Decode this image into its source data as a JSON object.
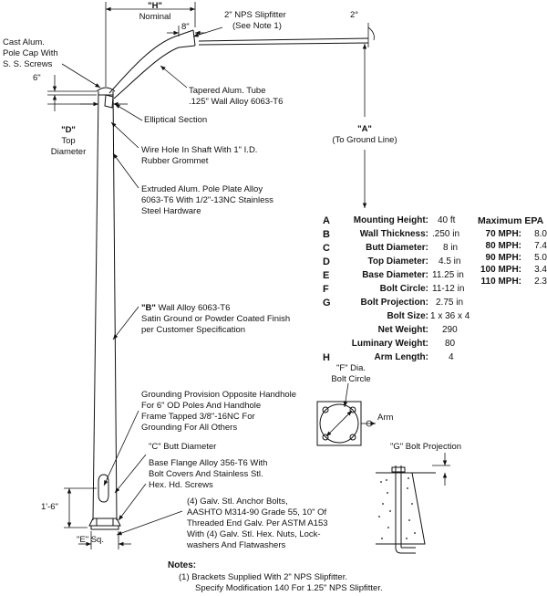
{
  "dims": {
    "h_label": "\"H\"",
    "h_nominal": "Nominal",
    "eight_in": "8\"",
    "two_deg": "2°",
    "six_in": "6\"",
    "d_label": "\"D\"",
    "d_top": "Top",
    "d_diameter": "Diameter",
    "a_label": "\"A\"",
    "a_sub": "(To Ground Line)",
    "one_six": "1'-6\"",
    "e_sq": "\"E\" Sq.",
    "f_label": "\"F\" Dia.",
    "f_sub": "Bolt Circle",
    "arm": "Arm",
    "g_label": "\"G\" Bolt Projection",
    "c_label": "\"C\" Butt Diameter"
  },
  "callouts": {
    "slipfitter_1": "2\" NPS Slipfitter",
    "slipfitter_2": "(See Note 1)",
    "cap_1": "Cast Alum.",
    "cap_2": "Pole Cap With",
    "cap_3": "S. S. Screws",
    "tube_1": "Tapered Alum. Tube",
    "tube_2": ".125\" Wall Alloy 6063-T6",
    "elliptical": "Elliptical Section",
    "wire_1": "Wire Hole In Shaft With 1\" I.D.",
    "wire_2": "Rubber Grommet",
    "plate_1": "Extruded Alum. Pole Plate Alloy",
    "plate_2": "6063-T6 With 1/2\"-13NC Stainless",
    "plate_3": "Steel Hardware",
    "b_prefix": "\"B\"",
    "b_1": " Wall Alloy 6063-T6",
    "b_2": "Satin Ground or Powder Coated Finish",
    "b_3": "per Customer Specification",
    "ground_1": "Grounding Provision Opposite Handhole",
    "ground_2": "For 6\" OD Poles And Handhole",
    "ground_3": "Frame Tapped 3/8\"-16NC For",
    "ground_4": "Grounding For All Others",
    "flange_1": "Base Flange Alloy 356-T6 With",
    "flange_2": "Bolt Covers And Stainless Stl.",
    "flange_3": "Hex. Hd. Screws",
    "anchor_1": "(4) Galv. Stl. Anchor Bolts,",
    "anchor_2": "AASHTO M314-90 Grade 55, 10\" Of",
    "anchor_3": "Threaded End Galv. Per ASTM A153",
    "anchor_4": "With (4) Galv. Stl. Hex. Nuts, Lock-",
    "anchor_5": "washers And Flatwashers"
  },
  "specs": [
    {
      "letter": "A",
      "label": "Mounting Height:",
      "value": "40 ft"
    },
    {
      "letter": "B",
      "label": "Wall Thickness:",
      "value": ".250 in"
    },
    {
      "letter": "C",
      "label": "Butt Diameter:",
      "value": "8 in"
    },
    {
      "letter": "D",
      "label": "Top Diameter:",
      "value": "4.5 in"
    },
    {
      "letter": "E",
      "label": "Base Diameter:",
      "value": "11.25 in"
    },
    {
      "letter": "F",
      "label": "Bolt Circle:",
      "value": "11-12 in"
    },
    {
      "letter": "G",
      "label": "Bolt Projection:",
      "value": "2.75 in"
    },
    {
      "letter": "",
      "label": "Bolt Size:",
      "value": "1 x 36 x 4"
    },
    {
      "letter": "",
      "label": "Net Weight:",
      "value": "290"
    },
    {
      "letter": "",
      "label": "Luminary Weight:",
      "value": "80"
    },
    {
      "letter": "H",
      "label": "Arm Length:",
      "value": "4"
    }
  ],
  "epa": {
    "title": "Maximum EPA",
    "rows": [
      {
        "label": "70 MPH:",
        "value": "8.0"
      },
      {
        "label": "80 MPH:",
        "value": "7.4"
      },
      {
        "label": "90 MPH:",
        "value": "5.0"
      },
      {
        "label": "100 MPH:",
        "value": "3.4"
      },
      {
        "label": "110 MPH:",
        "value": "2.3"
      }
    ]
  },
  "notes": {
    "title": "Notes:",
    "line_1": "(1) Brackets Supplied With 2\" NPS Slipfitter.",
    "line_2": "Specify Modification 140 For 1.25\" NPS Slipfitter."
  }
}
